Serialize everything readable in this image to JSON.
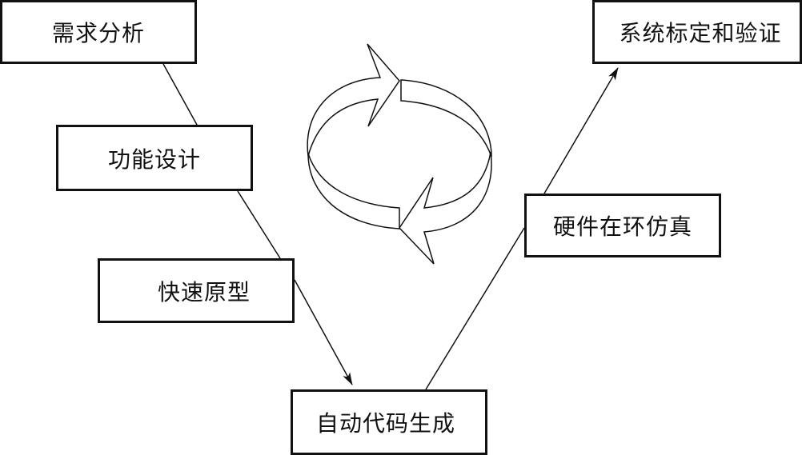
{
  "diagram": {
    "nodes": [
      {
        "id": "req",
        "label": "需求分析"
      },
      {
        "id": "func",
        "label": "功能设计"
      },
      {
        "id": "proto",
        "label": "快速原型"
      },
      {
        "id": "code",
        "label": "自动代码生成"
      },
      {
        "id": "hil",
        "label": "硬件在环仿真"
      },
      {
        "id": "cal",
        "label": "系统标定和验证"
      }
    ],
    "edges": [
      {
        "from": "req",
        "to": "func"
      },
      {
        "from": "func",
        "to": "proto"
      },
      {
        "from": "proto",
        "to": "code",
        "arrow": true
      },
      {
        "from": "code",
        "to": "hil"
      },
      {
        "from": "hil",
        "to": "cal",
        "arrow": true
      }
    ],
    "center_icon": "cycle-arrows-icon",
    "colors": {
      "stroke": "#111111",
      "fill": "#ffffff"
    }
  }
}
